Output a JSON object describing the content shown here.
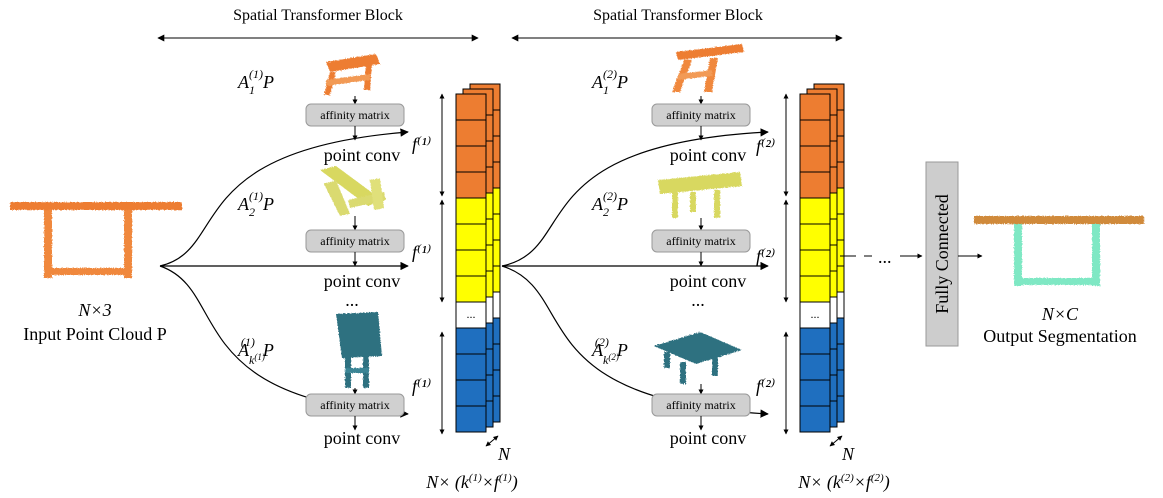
{
  "block_titles": [
    "Spatial Transformer Block",
    "Spatial Transformer Block"
  ],
  "input": {
    "dims": "N×3",
    "caption": "Input Point Cloud P"
  },
  "output": {
    "dims": "N×C",
    "caption": "Output Segmentation"
  },
  "fc_label": "Fully Connected",
  "affinity_label": "affinity matrix",
  "point_conv_label": "point conv",
  "ellipsis": "...",
  "block1": {
    "transforms": [
      "A₁⁽¹⁾ P",
      "A₂⁽¹⁾ P",
      "A_{k⁽¹⁾}⁽¹⁾ P"
    ],
    "feature_label": "f⁽¹⁾",
    "stack_caption": "N× (k⁽¹⁾×f⁽¹⁾)"
  },
  "block2": {
    "transforms": [
      "A₁⁽²⁾ P",
      "A₂⁽²⁾ P",
      "A_{k⁽²⁾}⁽²⁾ P"
    ],
    "feature_label": "f⁽²⁾",
    "stack_caption": "N× (k⁽²⁾×f⁽²⁾)"
  },
  "depth_label": "N",
  "colors": {
    "orange": "#ED7D31",
    "yellow": "#FFFF00",
    "blue": "#1F6FBF",
    "teal": "#2E7180",
    "lime": "#D8D860",
    "mint": "#7FE8C4",
    "gray_box": "#D0D0D0"
  }
}
